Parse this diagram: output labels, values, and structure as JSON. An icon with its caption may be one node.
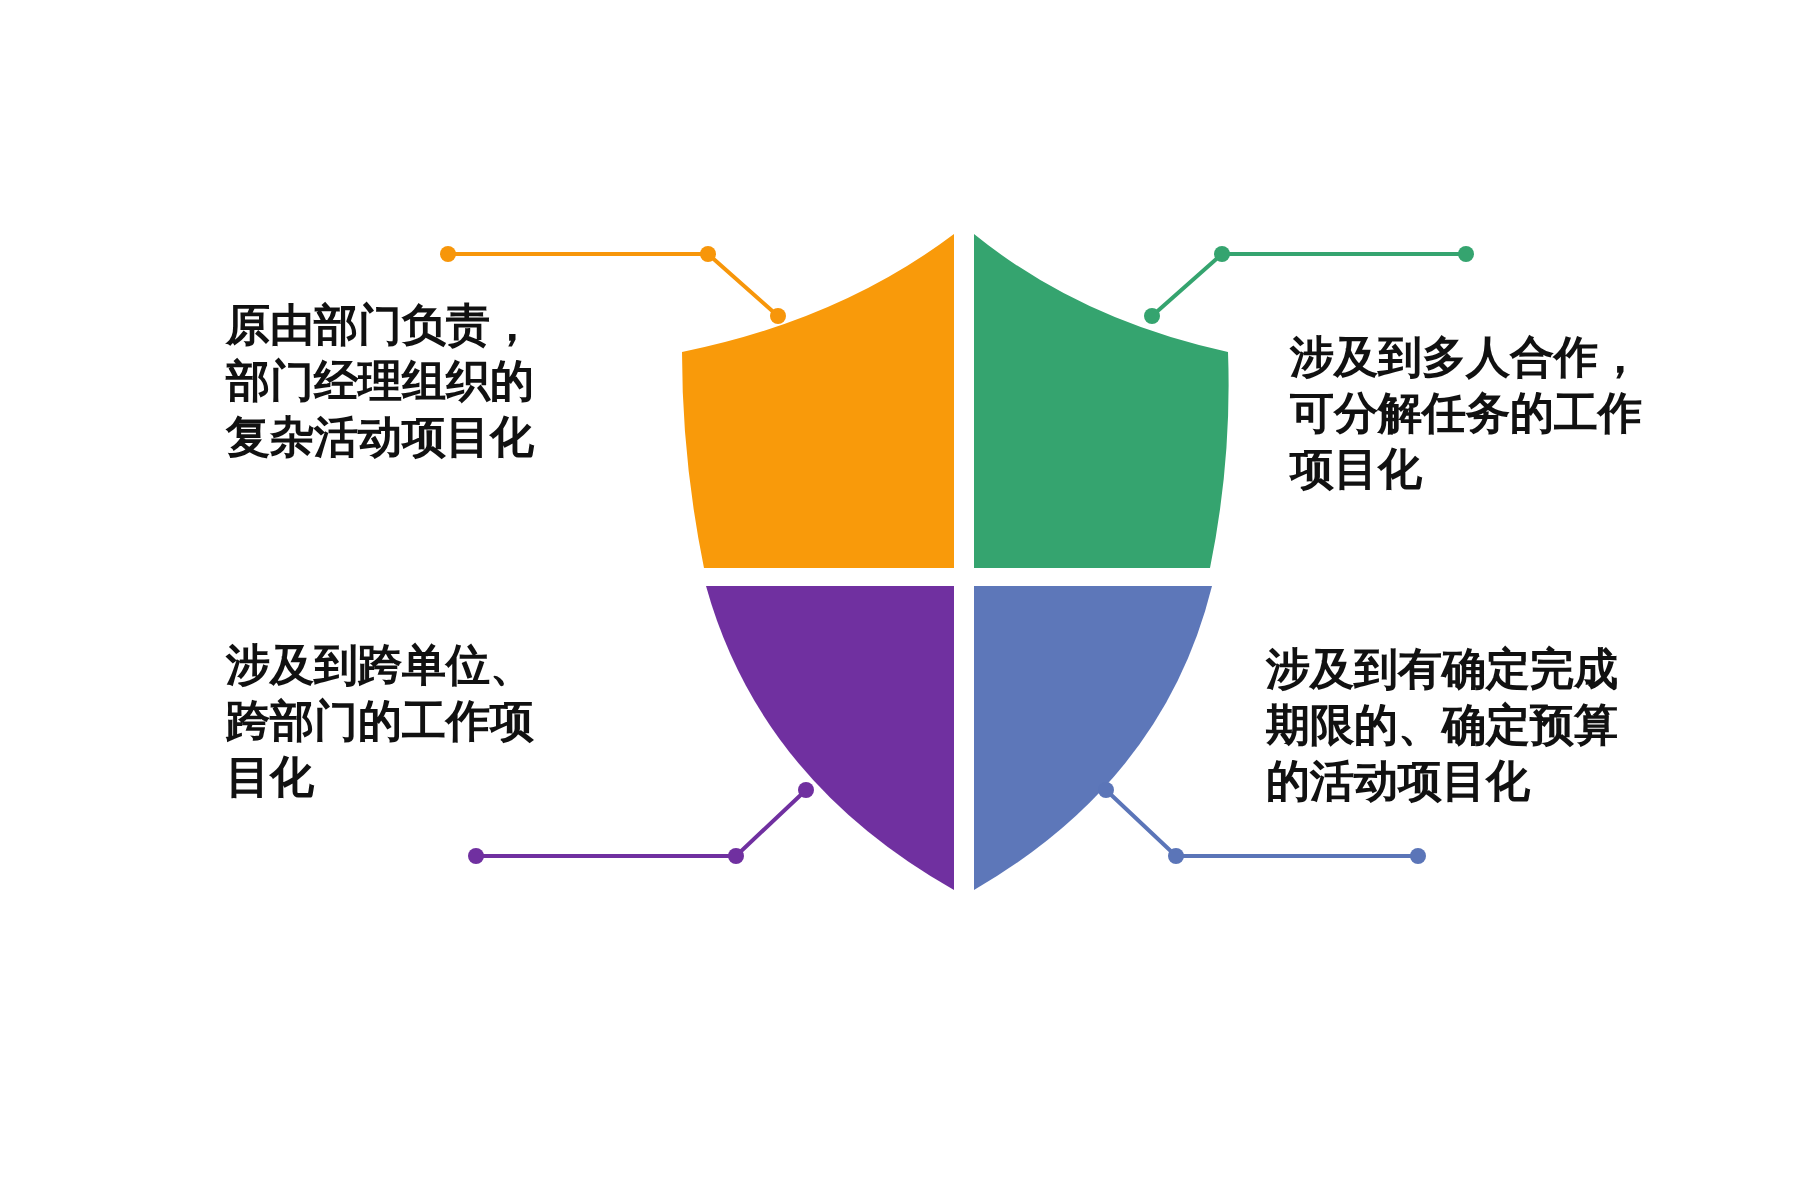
{
  "diagram": {
    "nodes": [
      {
        "text": [],
        "shape": "shield"
      },
      {
        "text": [],
        "shape": "shield"
      },
      {
        "text": [],
        "shape": "shield"
      },
      {
        "text": [],
        "shape": "shield"
      }
    ],
    "edges": [
      {
        "from": null,
        "to": 0,
        "arrow": "other",
        "color": "#f7960a"
      },
      {
        "from": null,
        "to": 1,
        "arrow": "other",
        "color": "#35a46f"
      },
      {
        "from": null,
        "to": 2,
        "arrow": "other",
        "color": "#7030a0"
      },
      {
        "from": null,
        "to": 3,
        "arrow": "other",
        "color": "#5b75b8"
      }
    ],
    "labels": [
      "原由部门负责，部门经理组织的复杂活动项目化",
      "涉及到多人合作，可分解任务的工作项目化",
      "涉及到跨单位、跨部门的工作项目化",
      "涉及到有确定完成期限的、确定预算的活动项目化"
    ]
  }
}
